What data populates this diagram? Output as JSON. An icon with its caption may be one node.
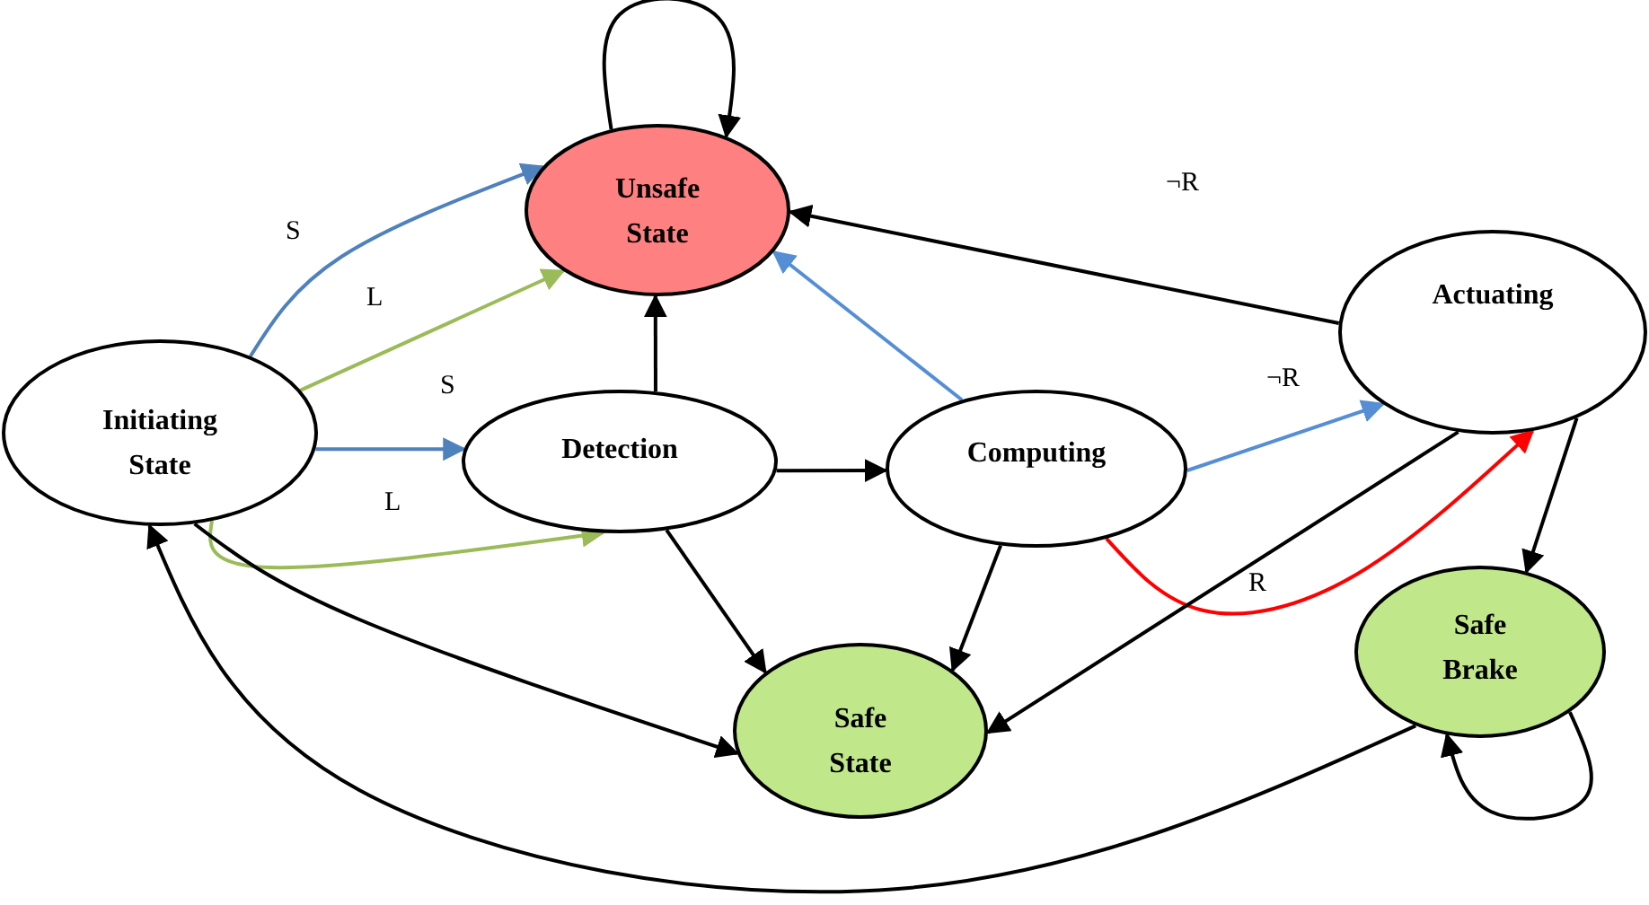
{
  "diagram": {
    "nodes": [
      {
        "text": [
          "Initiating State"
        ]
      },
      {
        "text": [
          "Unsafe State"
        ]
      },
      {
        "text": [
          "Detection"
        ]
      },
      {
        "text": [
          "Computing"
        ]
      },
      {
        "text": [
          "Actuating"
        ]
      },
      {
        "text": [
          "Safe State"
        ]
      },
      {
        "text": [
          "Safe Brake"
        ]
      }
    ],
    "edges": [
      {
        "from": 1,
        "to": 1,
        "arrow": "to"
      },
      {
        "from": 0,
        "to": 1,
        "arrow": "to",
        "label": "S",
        "color": "#4f81bd"
      },
      {
        "from": 0,
        "to": 1,
        "arrow": "to",
        "label": "L",
        "color": "#9bbb59"
      },
      {
        "from": 0,
        "to": 2,
        "arrow": "to",
        "label": "S",
        "color": "#4f81bd"
      },
      {
        "from": 0,
        "to": 2,
        "arrow": "to",
        "label": "L",
        "color": "#9bbb59"
      },
      {
        "from": 2,
        "to": 1,
        "arrow": "to"
      },
      {
        "from": 2,
        "to": 3,
        "arrow": "to"
      },
      {
        "from": 3,
        "to": 1,
        "arrow": "to",
        "color": "#558ed5"
      },
      {
        "from": 4,
        "to": 1,
        "arrow": "to",
        "label": "¬R"
      },
      {
        "from": 3,
        "to": 4,
        "arrow": "to",
        "label": "¬R",
        "color": "#558ed5"
      },
      {
        "from": 3,
        "to": 4,
        "arrow": "to",
        "label": "R",
        "color": "#ff0000"
      },
      {
        "from": 4,
        "to": 6,
        "arrow": "to"
      },
      {
        "from": 4,
        "to": 5,
        "arrow": "to"
      },
      {
        "from": 2,
        "to": 5,
        "arrow": "to"
      },
      {
        "from": 3,
        "to": 5,
        "arrow": "to"
      },
      {
        "from": 0,
        "to": 5,
        "arrow": "to"
      },
      {
        "from": 6,
        "to": 6,
        "arrow": "to"
      },
      {
        "from": 6,
        "to": 0,
        "arrow": "to"
      }
    ]
  }
}
